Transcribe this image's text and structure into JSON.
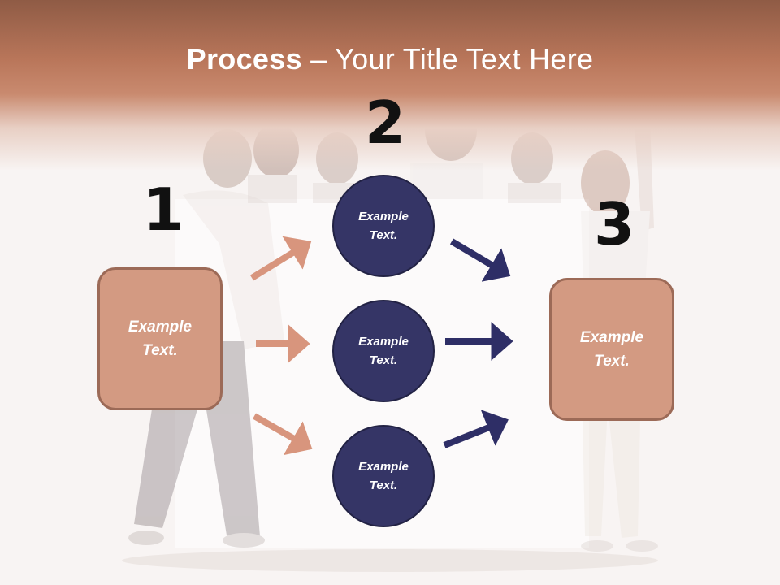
{
  "title": {
    "bold": "Process",
    "rest": " – Your Title Text Here"
  },
  "numbers": {
    "n1": "1",
    "n2": "2",
    "n3": "3"
  },
  "boxes": {
    "left": "Example Text.",
    "right": "Example Text."
  },
  "circles": {
    "top": "Example Text.",
    "middle": "Example Text.",
    "bottom": "Example Text."
  },
  "colors": {
    "header_brown": "#b9765a",
    "box_fill": "#d39a82",
    "box_border": "#9c6a57",
    "circle_fill": "#353566",
    "arrow_salmon": "#d8957d",
    "arrow_navy": "#2e2e66",
    "number_text": "#111111"
  }
}
